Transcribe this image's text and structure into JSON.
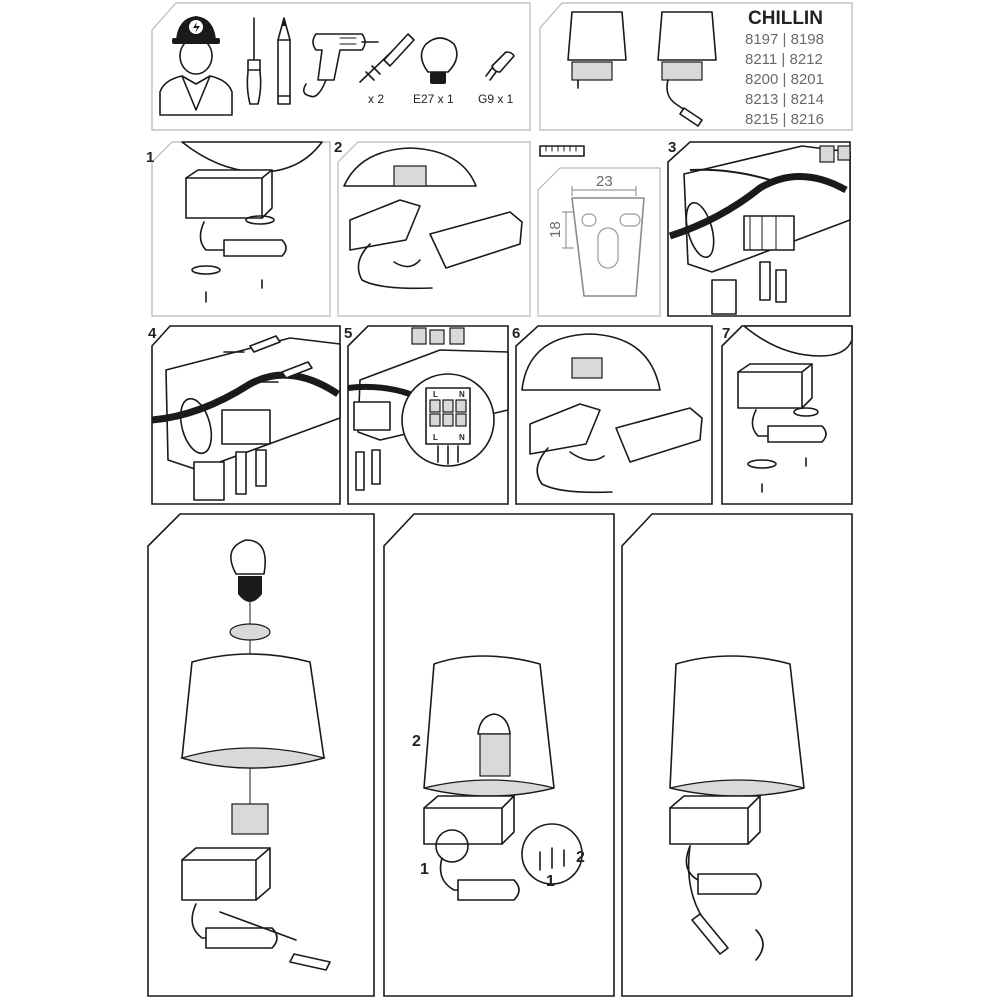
{
  "brand": "CHILLIN",
  "model_numbers": [
    "8197 | 8198",
    "8211 | 8212",
    "8200 | 8201",
    "8213 | 8214",
    "8215 | 8216"
  ],
  "tools": {
    "anchors_qty": "x 2",
    "bulb_e27": "E27 x 1",
    "bulb_g9": "G9 x 1"
  },
  "steps": {
    "s1": "1",
    "s2": "2",
    "s3": "3",
    "s4": "4",
    "s5": "5",
    "s6": "6",
    "s7": "7"
  },
  "template": {
    "width": "23",
    "height": "18"
  },
  "terminal": {
    "top_l": "L",
    "top_n": "N",
    "bot_l": "L",
    "bot_n": "N"
  },
  "final_callouts": {
    "c2": "2",
    "c1": "1",
    "inset_2": "2",
    "inset_1": "1"
  }
}
